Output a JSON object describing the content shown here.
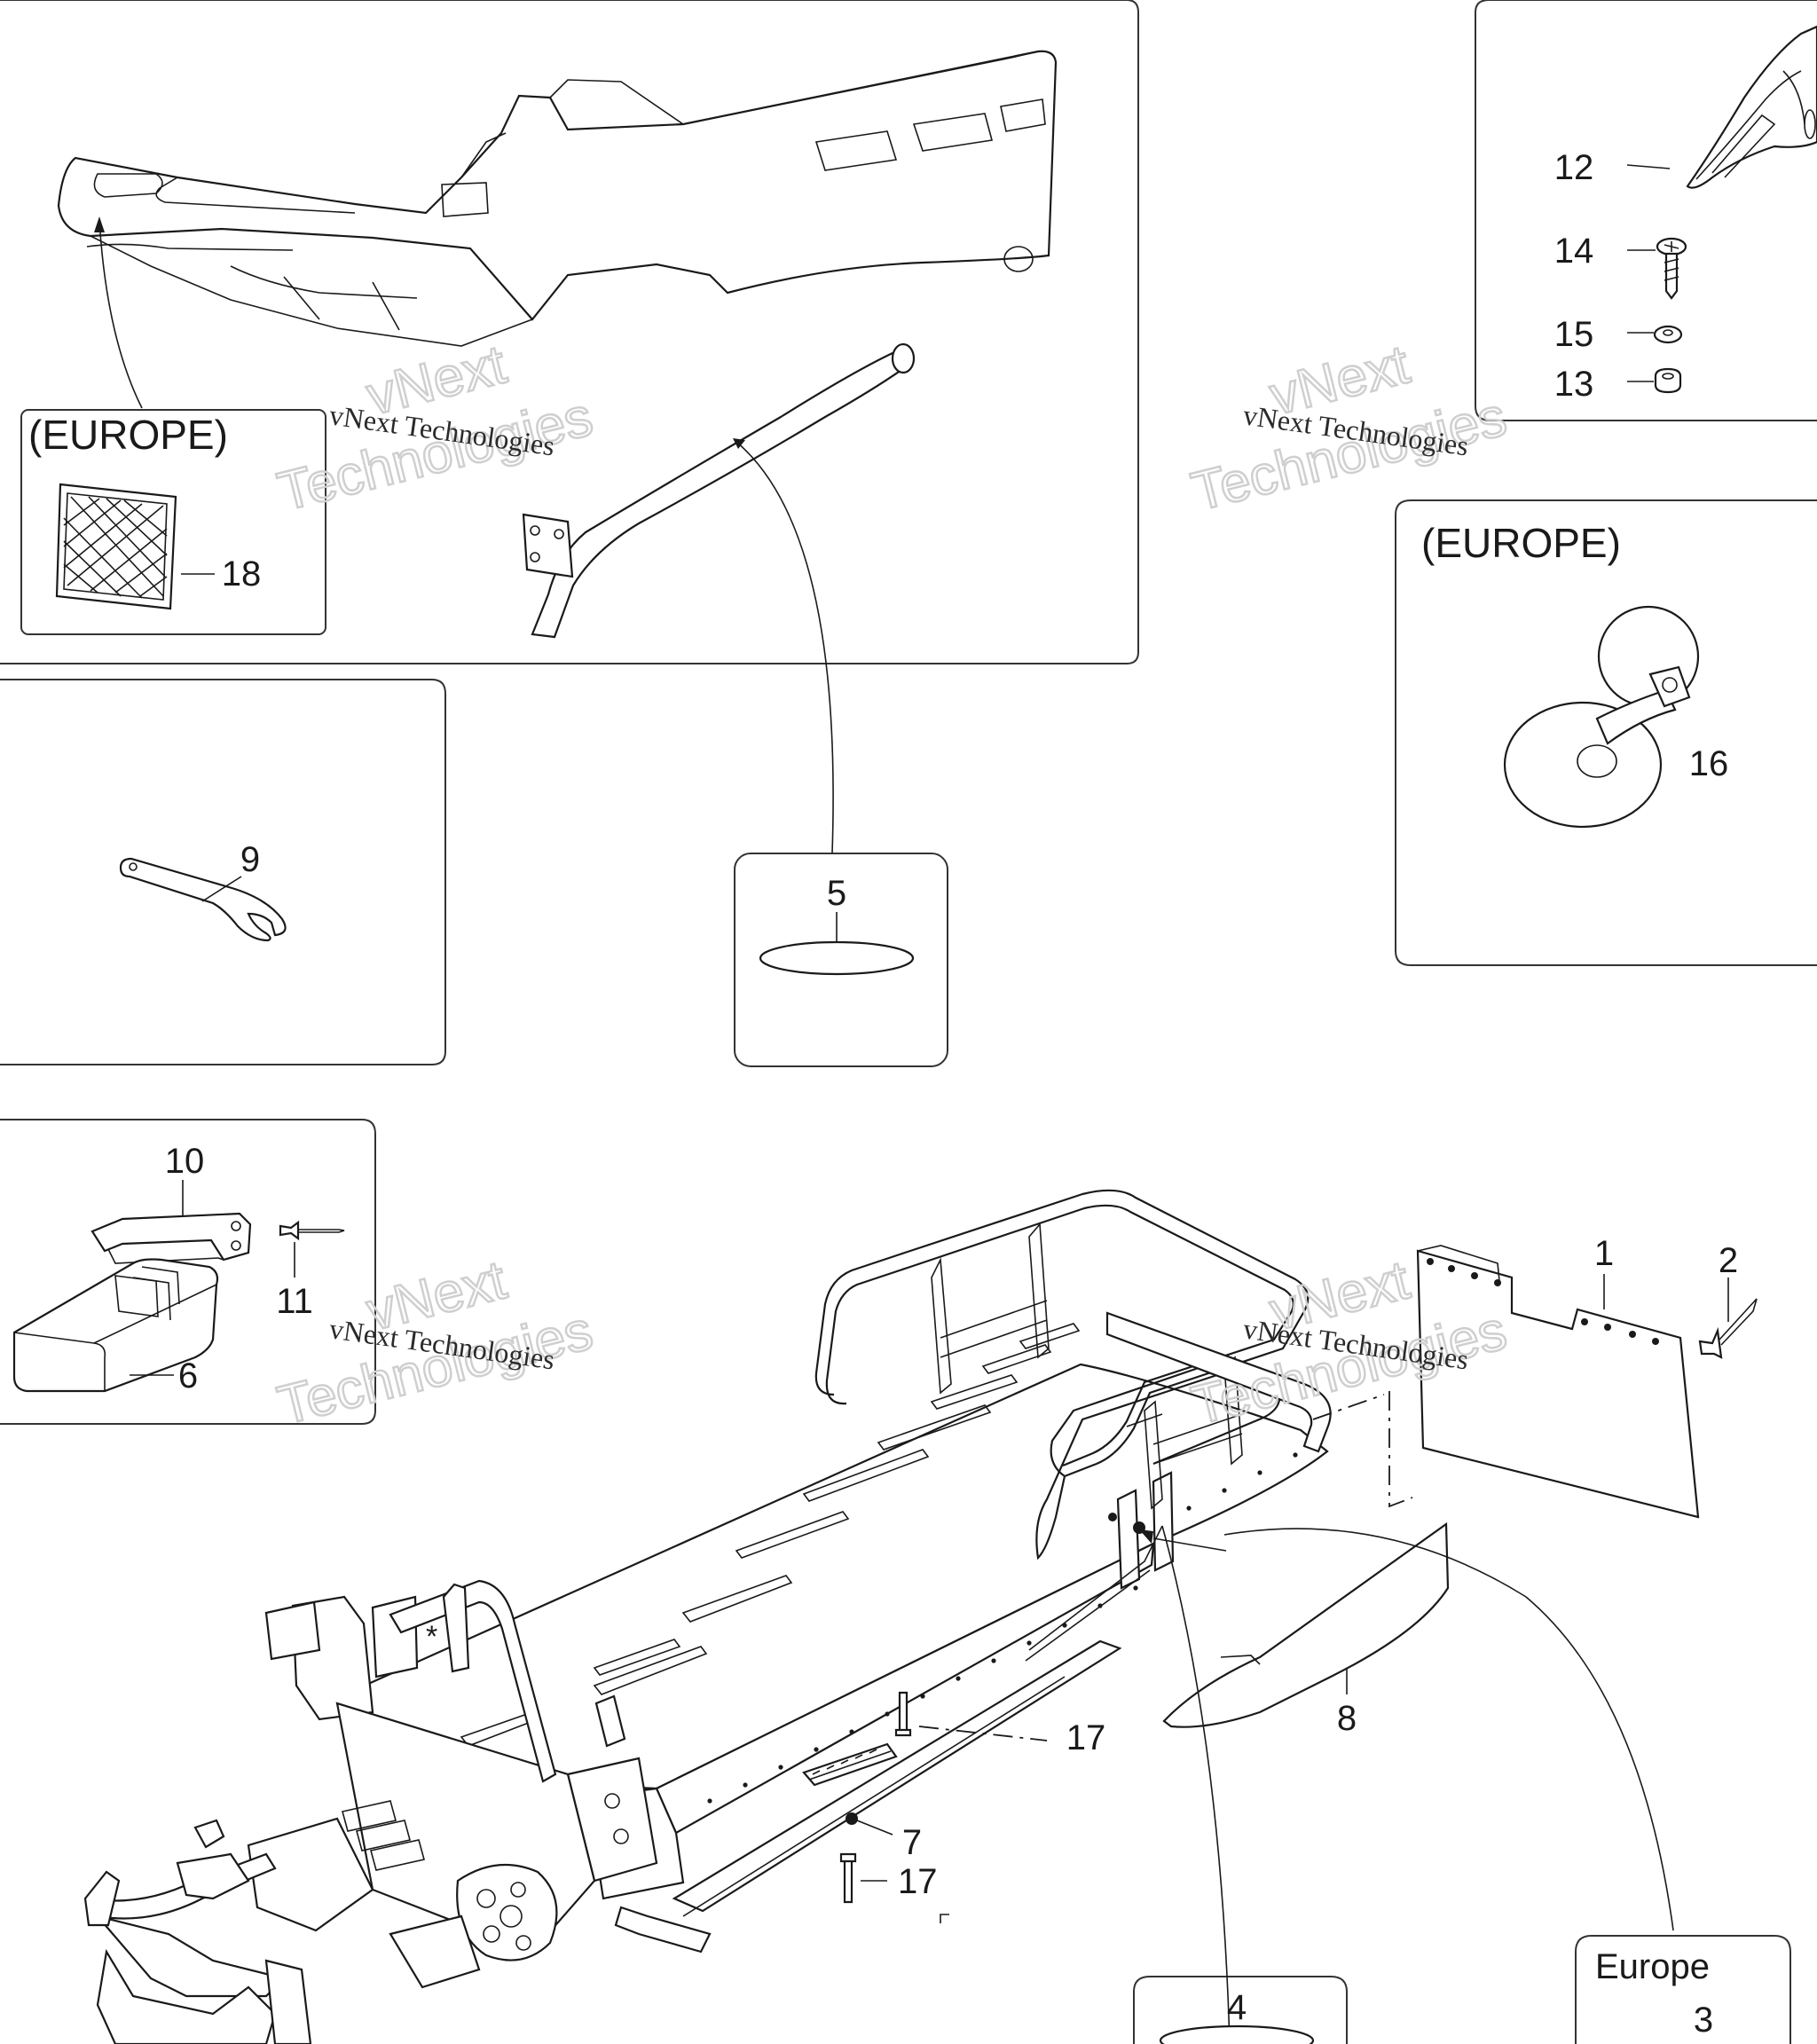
{
  "callouts": {
    "c1": "1",
    "c2": "2",
    "c3": "3",
    "c4": "4",
    "c5": "5",
    "c6": "6",
    "c7": "7",
    "c8": "8",
    "c9": "9",
    "c10": "10",
    "c11": "11",
    "c12": "12",
    "c13": "13",
    "c14": "14",
    "c15": "15",
    "c16": "16",
    "c17a": "17",
    "c17b": "17",
    "c18": "18"
  },
  "region_labels": {
    "europe_grille": "(EUROPE)",
    "europe_horn": "(EUROPE)",
    "europe_flap": "Europe"
  },
  "asterisk": "*",
  "watermark": {
    "line1": "vNext Technologies",
    "brand_a": "vNext",
    "brand_b": "Technologies"
  }
}
